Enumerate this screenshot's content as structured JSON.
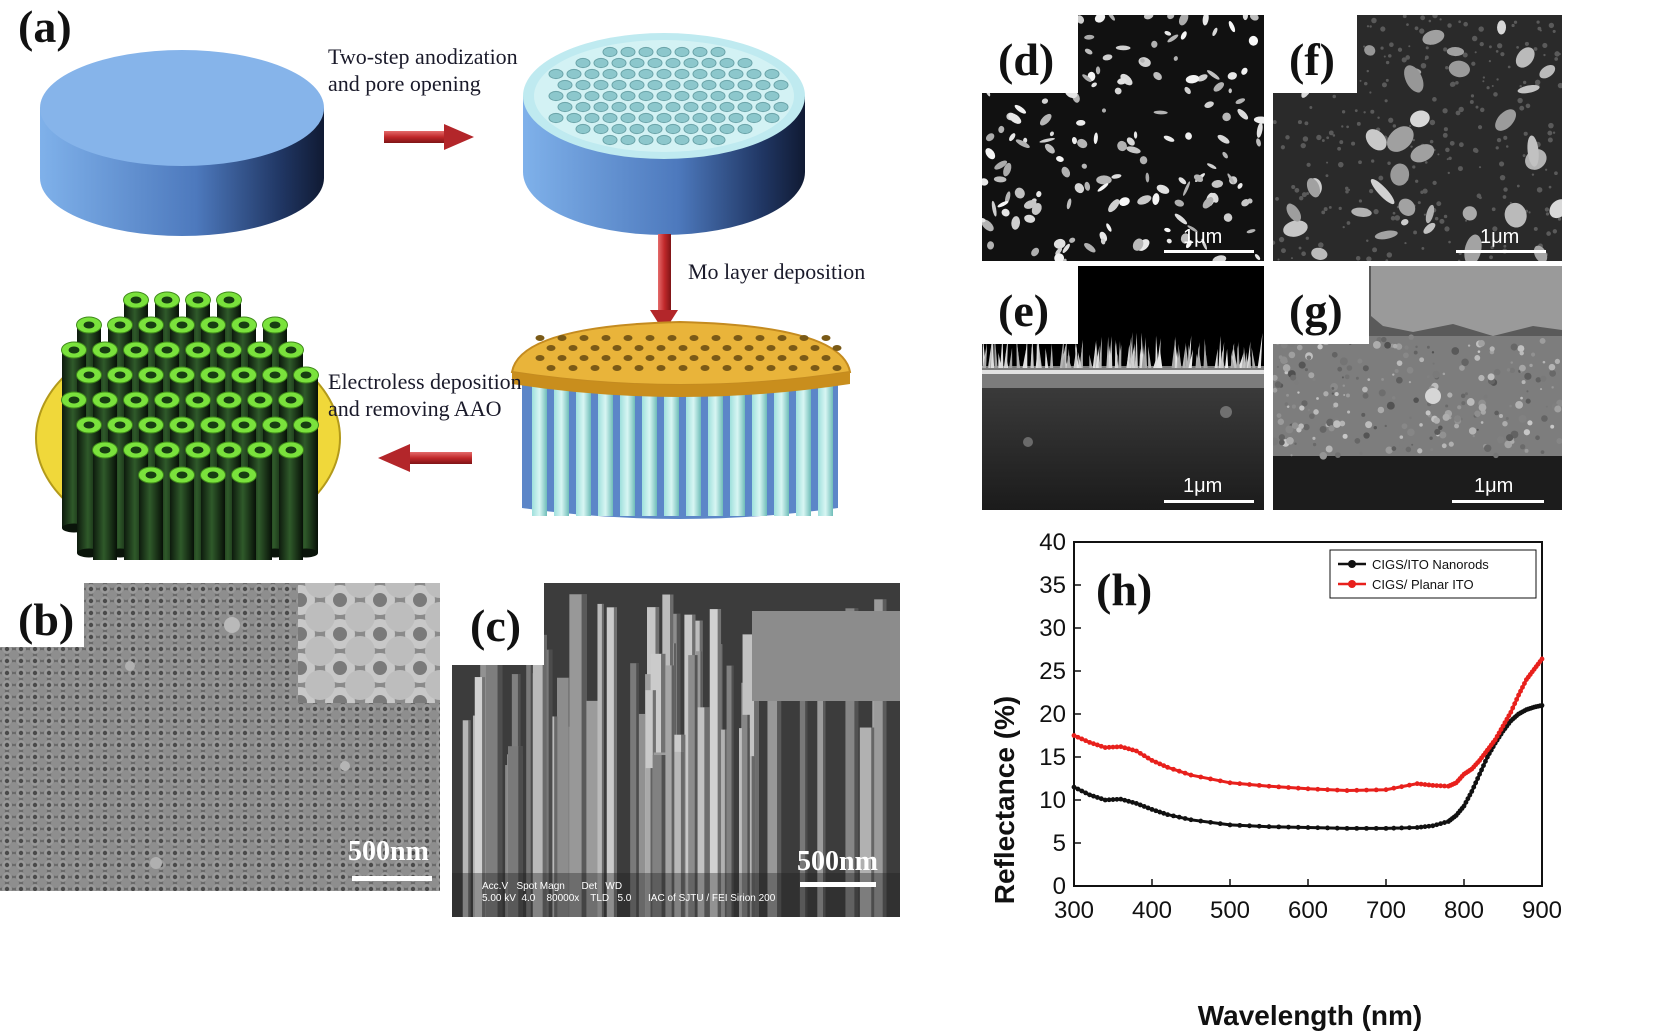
{
  "panel_labels": {
    "a": "(a)",
    "b": "(b)",
    "c": "(c)",
    "d": "(d)",
    "e": "(e)",
    "f": "(f)",
    "g": "(g)",
    "h": "(h)"
  },
  "schematic": {
    "step1": "Two-step anodization\nand pore opening",
    "step2": "Mo layer deposition",
    "step3": "Electroless deposition\nand removing AAO"
  },
  "scale_bars": {
    "b": "500nm",
    "c": "500nm",
    "d": "1μm",
    "e": "1μm",
    "f": "1μm",
    "g": "1μm"
  },
  "sem_c_info": {
    "headers": "Acc.V   Spot Magn      Det   WD",
    "values": "5.00 kV  4.0    80000x    TLD   5.0      IAC of SJTU / FEI Sirion 200"
  },
  "colors": {
    "planar_ito": "#e8201c",
    "nanorods": "#111111",
    "arrow": "#c0282a",
    "substrate_blue": "#76a8e0",
    "ito_green": "#7ae23c",
    "mo_gold": "#e9b43a"
  },
  "chart_data": {
    "type": "line",
    "title": "",
    "xlabel": "Wavelength (nm)",
    "ylabel": "Reflectance (%)",
    "xlim": [
      300,
      900
    ],
    "ylim": [
      0,
      40
    ],
    "xticks": [
      300,
      400,
      500,
      600,
      700,
      800,
      900
    ],
    "yticks": [
      0,
      5,
      10,
      15,
      20,
      25,
      30,
      35,
      40
    ],
    "legend_position": "top-right",
    "x": [
      300,
      320,
      340,
      360,
      380,
      400,
      420,
      450,
      500,
      550,
      600,
      650,
      700,
      740,
      760,
      780,
      790,
      800,
      810,
      820,
      830,
      840,
      850,
      860,
      870,
      880,
      890,
      900
    ],
    "series": [
      {
        "name": "CIGS/ITO Nanorods",
        "color": "#111111",
        "values": [
          11.5,
          10.6,
          10.0,
          10.1,
          9.6,
          8.9,
          8.3,
          7.7,
          7.1,
          6.9,
          6.8,
          6.7,
          6.7,
          6.8,
          7.0,
          7.5,
          8.2,
          9.3,
          11.0,
          13.0,
          15.0,
          16.6,
          18.0,
          19.2,
          20.0,
          20.5,
          20.8,
          21.0
        ]
      },
      {
        "name": "CIGS/ Planar ITO",
        "color": "#e8201c",
        "values": [
          17.5,
          16.7,
          16.1,
          16.2,
          15.7,
          14.6,
          13.8,
          12.9,
          12.0,
          11.6,
          11.3,
          11.1,
          11.2,
          11.9,
          11.7,
          11.6,
          12.0,
          13.0,
          13.6,
          14.6,
          15.8,
          17.0,
          18.6,
          20.2,
          22.2,
          24.0,
          25.2,
          26.4
        ]
      }
    ]
  }
}
